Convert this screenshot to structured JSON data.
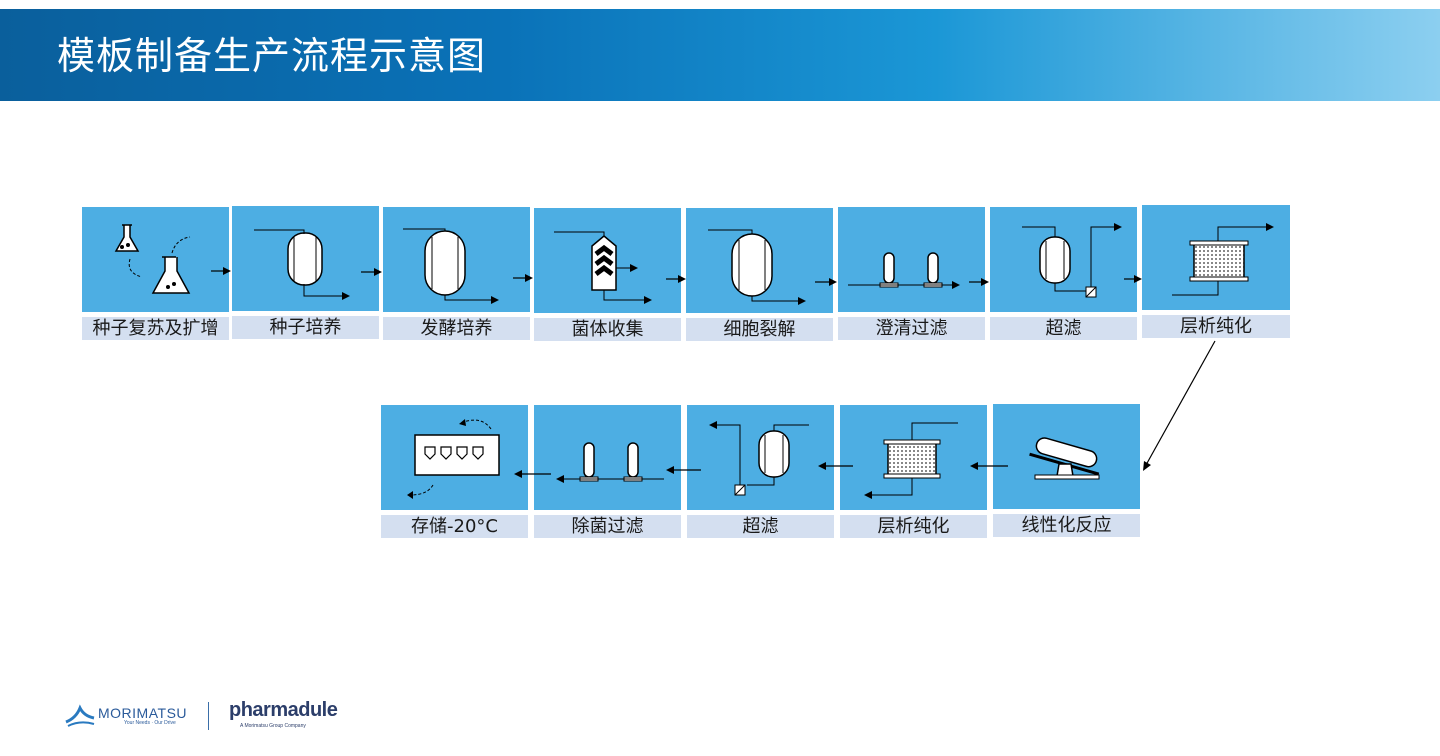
{
  "header": {
    "title": "模板制备生产流程示意图"
  },
  "row1": [
    {
      "label": "种子复苏及扩增",
      "icon": "flask-icon"
    },
    {
      "label": "种子培养",
      "icon": "small-bioreactor-icon"
    },
    {
      "label": "发酵培养",
      "icon": "bioreactor-icon"
    },
    {
      "label": "菌体收集",
      "icon": "centrifuge-icon"
    },
    {
      "label": "细胞裂解",
      "icon": "lysis-tank-icon"
    },
    {
      "label": "澄清过滤",
      "icon": "filter-cartridges-icon"
    },
    {
      "label": "超滤",
      "icon": "ultrafiltration-icon"
    },
    {
      "label": "层析纯化",
      "icon": "chromatography-column-icon"
    }
  ],
  "row2": [
    {
      "label": "线性化反应",
      "icon": "rocker-mixer-icon"
    },
    {
      "label": "层析纯化",
      "icon": "chromatography-column-icon"
    },
    {
      "label": "超滤",
      "icon": "ultrafiltration-icon"
    },
    {
      "label": "除菌过滤",
      "icon": "filter-cartridges-icon"
    },
    {
      "label": "存储-20°C",
      "icon": "freezer-storage-icon"
    }
  ],
  "footer": {
    "brand1": "MORIMATSU",
    "brand1_tagline": "Your Needs · Our Drive",
    "brand2": "pharmadule",
    "brand2_tagline": "A Morimatsu Group Company"
  },
  "colors": {
    "tile": "#4daee3",
    "label_bg": "#d4dff0",
    "header_start": "#0a5f9c",
    "header_end": "#8ccff0"
  }
}
